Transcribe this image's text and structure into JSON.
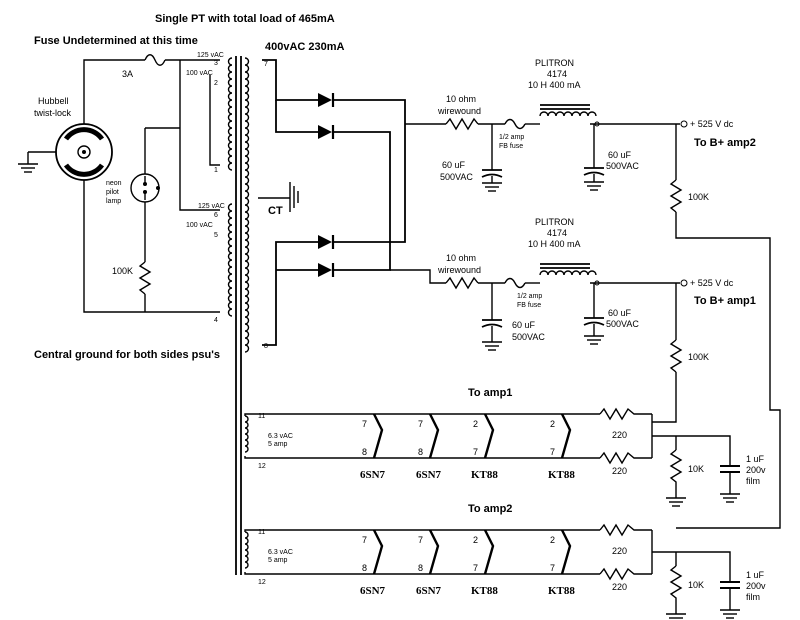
{
  "title": "Single PT with total load of 465mA",
  "fuse_note": "Fuse Undetermined at this time",
  "hubbell": [
    "Hubbell",
    "twist-lock"
  ],
  "fuse_main": "3A",
  "primary": {
    "tap1": "125 vAC",
    "tap2": "100 vAC",
    "tap3": "125 vAC",
    "tap4": "100 vAC",
    "pins": [
      "3",
      "2",
      "1",
      "6",
      "5",
      "4"
    ]
  },
  "neon": [
    "neon",
    "pilot",
    "lamp"
  ],
  "neon_resistor": "100K",
  "secondary_hv": "400vAC 230mA",
  "secondary_pins": [
    "7",
    "8"
  ],
  "ct": "CT",
  "central_ground": "Central ground for both sides psu's",
  "supply_top": {
    "resistor": [
      "10 ohm",
      "wirewound"
    ],
    "fuse": [
      "1/2 amp",
      "FB fuse"
    ],
    "cap": [
      "60 uF",
      "500VAC"
    ],
    "choke": [
      "PLITRON",
      "4174",
      "10 H 400 mA"
    ],
    "cap2": [
      "60 uF",
      "500VAC"
    ],
    "output": "+ 525 V dc",
    "target": "To B+ amp2",
    "bleeder": "100K"
  },
  "supply_bottom": {
    "resistor": [
      "10 ohm",
      "wirewound"
    ],
    "fuse": [
      "1/2 amp",
      "FB fuse"
    ],
    "cap": [
      "60 uF",
      "500VAC"
    ],
    "choke": [
      "PLITRON",
      "4174",
      "10 H 400 mA"
    ],
    "cap2": [
      "60 uF",
      "500VAC"
    ],
    "output": "+ 525 V dc",
    "target": "To B+ amp1",
    "bleeder": "100K"
  },
  "heater1": {
    "title": "To amp1",
    "pins": [
      "11",
      "12"
    ],
    "rating": [
      "6.3 vAC",
      "5 amp"
    ],
    "tubes": [
      {
        "name": "6SN7",
        "p1": "7",
        "p2": "8"
      },
      {
        "name": "6SN7",
        "p1": "7",
        "p2": "8"
      },
      {
        "name": "KT88",
        "p1": "2",
        "p2": "7"
      },
      {
        "name": "KT88",
        "p1": "2",
        "p2": "7"
      }
    ],
    "r1": "220",
    "r2": "220",
    "r3": "10K",
    "cap": [
      "1 uF",
      "200v",
      "film"
    ]
  },
  "heater2": {
    "title": "To amp2",
    "pins": [
      "11",
      "12"
    ],
    "rating": [
      "6.3 vAC",
      "5 amp"
    ],
    "tubes": [
      {
        "name": "6SN7",
        "p1": "7",
        "p2": "8"
      },
      {
        "name": "6SN7",
        "p1": "7",
        "p2": "8"
      },
      {
        "name": "KT88",
        "p1": "2",
        "p2": "7"
      },
      {
        "name": "KT88",
        "p1": "2",
        "p2": "7"
      }
    ],
    "r1": "220",
    "r2": "220",
    "r3": "10K",
    "cap": [
      "1 uF",
      "200v",
      "film"
    ]
  }
}
